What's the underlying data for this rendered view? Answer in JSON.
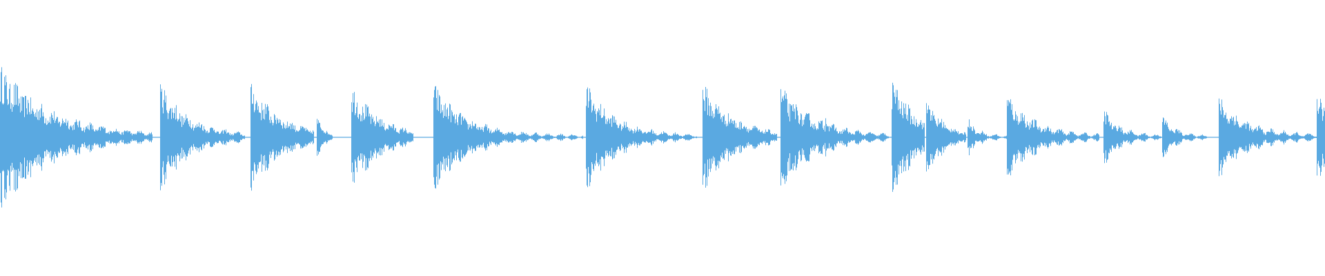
{
  "waveform": {
    "color": "#5aa9e1",
    "background": "#ffffff",
    "events": [
      {
        "t": 0.0,
        "a": 0.48,
        "decay": 0.035,
        "dur": 0.115,
        "floor": 0.07
      },
      {
        "t": 0.121,
        "a": 0.36,
        "decay": 0.02,
        "dur": 0.064,
        "floor": 0.06
      },
      {
        "t": 0.189,
        "a": 0.36,
        "decay": 0.022,
        "dur": 0.048,
        "floor": 0.06
      },
      {
        "t": 0.239,
        "a": 0.16,
        "decay": 0.006,
        "dur": 0.012,
        "floor": 0.0
      },
      {
        "t": 0.265,
        "a": 0.34,
        "decay": 0.02,
        "dur": 0.047,
        "floor": 0.06
      },
      {
        "t": 0.327,
        "a": 0.36,
        "decay": 0.022,
        "dur": 0.113,
        "floor": 0.05
      },
      {
        "t": 0.442,
        "a": 0.36,
        "decay": 0.02,
        "dur": 0.084,
        "floor": 0.05
      },
      {
        "t": 0.53,
        "a": 0.36,
        "decay": 0.022,
        "dur": 0.056,
        "floor": 0.05
      },
      {
        "t": 0.589,
        "a": 0.34,
        "decay": 0.022,
        "dur": 0.082,
        "floor": 0.06
      },
      {
        "t": 0.623,
        "a": 0.14,
        "decay": 0.006,
        "dur": 0.01,
        "floor": 0.0
      },
      {
        "t": 0.673,
        "a": 0.4,
        "decay": 0.018,
        "dur": 0.025,
        "floor": 0.06
      },
      {
        "t": 0.699,
        "a": 0.26,
        "decay": 0.012,
        "dur": 0.03,
        "floor": 0.06
      },
      {
        "t": 0.73,
        "a": 0.12,
        "decay": 0.006,
        "dur": 0.03,
        "floor": 0.04
      },
      {
        "t": 0.76,
        "a": 0.28,
        "decay": 0.018,
        "dur": 0.07,
        "floor": 0.06
      },
      {
        "t": 0.833,
        "a": 0.18,
        "decay": 0.01,
        "dur": 0.045,
        "floor": 0.05
      },
      {
        "t": 0.877,
        "a": 0.14,
        "decay": 0.008,
        "dur": 0.037,
        "floor": 0.04
      },
      {
        "t": 0.92,
        "a": 0.26,
        "decay": 0.018,
        "dur": 0.076,
        "floor": 0.06
      },
      {
        "t": 0.994,
        "a": 0.32,
        "decay": 0.012,
        "dur": 0.006,
        "floor": 0.06
      }
    ]
  }
}
